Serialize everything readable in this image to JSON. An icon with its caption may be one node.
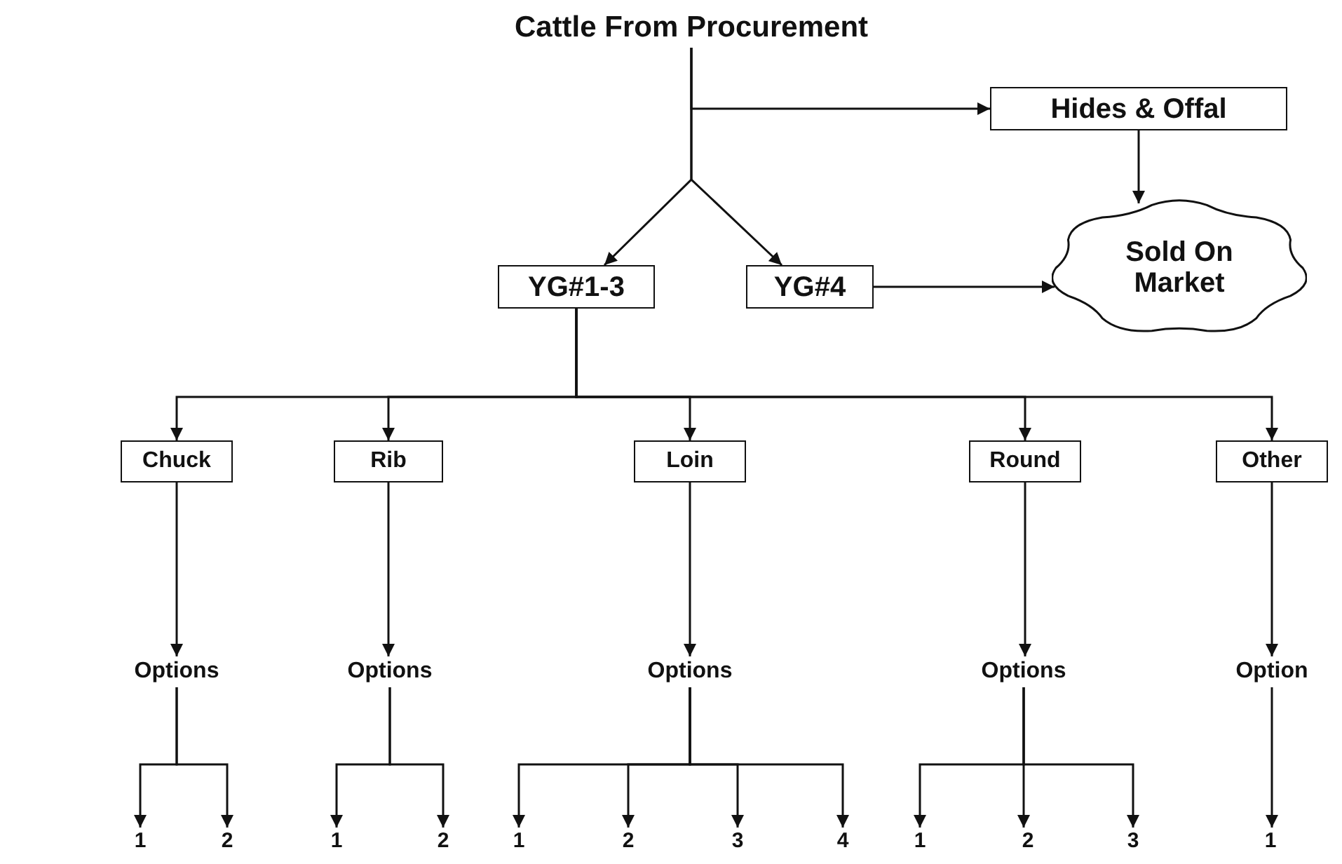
{
  "diagram": {
    "nodes": [
      {
        "text": [
          "Cattle From Procurement"
        ]
      },
      {
        "text": [
          "Hides & Offal"
        ]
      },
      {
        "text": [
          "YG#1-3"
        ]
      },
      {
        "text": [
          "YG#4"
        ]
      },
      {
        "text": [
          "Sold On Market"
        ]
      },
      {
        "text": [
          "Chuck"
        ]
      },
      {
        "text": [
          "Rib"
        ]
      },
      {
        "text": [
          "Loin"
        ]
      },
      {
        "text": [
          "Round"
        ]
      },
      {
        "text": [
          "Other"
        ]
      },
      {
        "text": [
          "Options"
        ]
      },
      {
        "text": [
          "Options"
        ]
      },
      {
        "text": [
          "Options"
        ]
      },
      {
        "text": [
          "Options"
        ]
      },
      {
        "text": [
          "Option"
        ]
      },
      {
        "text": [
          "1"
        ]
      },
      {
        "text": [
          "2"
        ]
      },
      {
        "text": [
          "1"
        ]
      },
      {
        "text": [
          "2"
        ]
      },
      {
        "text": [
          "1"
        ]
      },
      {
        "text": [
          "2"
        ]
      },
      {
        "text": [
          "3"
        ]
      },
      {
        "text": [
          "4"
        ]
      },
      {
        "text": [
          "1"
        ]
      },
      {
        "text": [
          "2"
        ]
      },
      {
        "text": [
          "3"
        ]
      },
      {
        "text": [
          "1"
        ]
      }
    ],
    "edges": [
      {
        "from": 0,
        "to": 1,
        "arrow": "to"
      },
      {
        "from": 0,
        "to": 2,
        "arrow": "to"
      },
      {
        "from": 0,
        "to": 3,
        "arrow": "to"
      },
      {
        "from": 1,
        "to": 4,
        "arrow": "to"
      },
      {
        "from": 3,
        "to": 4,
        "arrow": "to"
      },
      {
        "from": 2,
        "to": 5,
        "arrow": "to"
      },
      {
        "from": 2,
        "to": 6,
        "arrow": "to"
      },
      {
        "from": 2,
        "to": 7,
        "arrow": "to"
      },
      {
        "from": 2,
        "to": 8,
        "arrow": "to"
      },
      {
        "from": 2,
        "to": 9,
        "arrow": "to"
      },
      {
        "from": 5,
        "to": 10,
        "arrow": "to"
      },
      {
        "from": 6,
        "to": 11,
        "arrow": "to"
      },
      {
        "from": 7,
        "to": 12,
        "arrow": "to"
      },
      {
        "from": 8,
        "to": 13,
        "arrow": "to"
      },
      {
        "from": 9,
        "to": 14,
        "arrow": "to"
      },
      {
        "from": 10,
        "to": 15,
        "arrow": "to"
      },
      {
        "from": 10,
        "to": 16,
        "arrow": "to"
      },
      {
        "from": 11,
        "to": 17,
        "arrow": "to"
      },
      {
        "from": 11,
        "to": 18,
        "arrow": "to"
      },
      {
        "from": 12,
        "to": 19,
        "arrow": "to"
      },
      {
        "from": 12,
        "to": 20,
        "arrow": "to"
      },
      {
        "from": 12,
        "to": 21,
        "arrow": "to"
      },
      {
        "from": 12,
        "to": 22,
        "arrow": "to"
      },
      {
        "from": 13,
        "to": 23,
        "arrow": "to"
      },
      {
        "from": 13,
        "to": 24,
        "arrow": "to"
      },
      {
        "from": 13,
        "to": 25,
        "arrow": "to"
      },
      {
        "from": 14,
        "to": 26,
        "arrow": "to"
      }
    ]
  }
}
